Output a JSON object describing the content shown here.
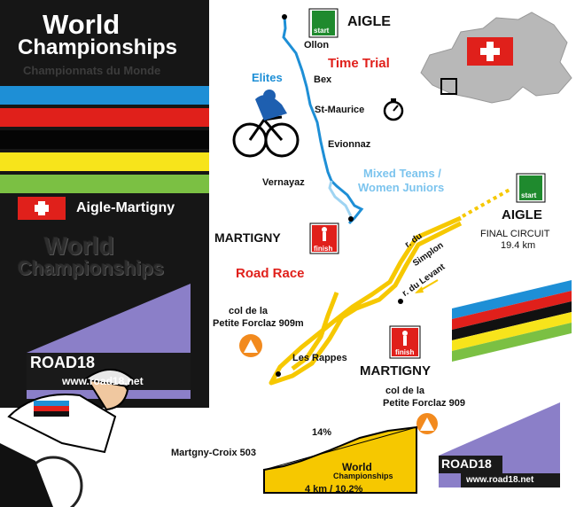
{
  "banner": {
    "title_line1": "World",
    "title_line2": "Championships",
    "subtitle": "Championnats du Monde",
    "route_label": "Aigle-Martigny",
    "watermark_line1": "World",
    "watermark_line2": "Championships",
    "stripe_colors": [
      "#1e8fd6",
      "#e0201b",
      "#111111",
      "#f7e41b",
      "#7bc043"
    ]
  },
  "time_trial": {
    "title": "Time Trial",
    "elites_label": "Elites",
    "mixed_label_line1": "Mixed Teams /",
    "mixed_label_line2": "Women Juniors",
    "start_town": "AIGLE",
    "finish_town": "MARTIGNY",
    "towns": [
      "Ollon",
      "Bex",
      "St-Maurice",
      "Evionnaz",
      "Vernayaz"
    ],
    "start_badge": "start",
    "finish_badge": "finish",
    "route_color": "#1e8fd6",
    "mixed_route_color": "#9fd4f2"
  },
  "road_race": {
    "title": "Road Race",
    "start_town": "AIGLE",
    "finish_town": "MARTIGNY",
    "circuit_label": "FINAL CIRCUIT",
    "circuit_length": "19.4 km",
    "street_simplon_line1": "r. du",
    "street_simplon_line2": "Simplon",
    "street_levant": "r. du Levant",
    "climb_line1": "col de la",
    "climb_line2": "Petite Forclaz 909m",
    "rappes": "Les Rappes",
    "start_badge": "start",
    "finish_badge": "finish",
    "route_color": "#f6c800"
  },
  "profile": {
    "top_line1": "col de la",
    "top_line2": "Petite Forclaz 909",
    "base": "Martgny-Croix 503",
    "gradient": "14%",
    "distance": "4 km / 10.2%",
    "brand_line1": "World",
    "brand_line2": "Championships"
  },
  "brand": {
    "name": "ROAD18",
    "url": "www.road18.net",
    "accent": "#8b7fc8"
  },
  "switzerland_color": "#b8b8b8",
  "flag_red": "#e0201b"
}
